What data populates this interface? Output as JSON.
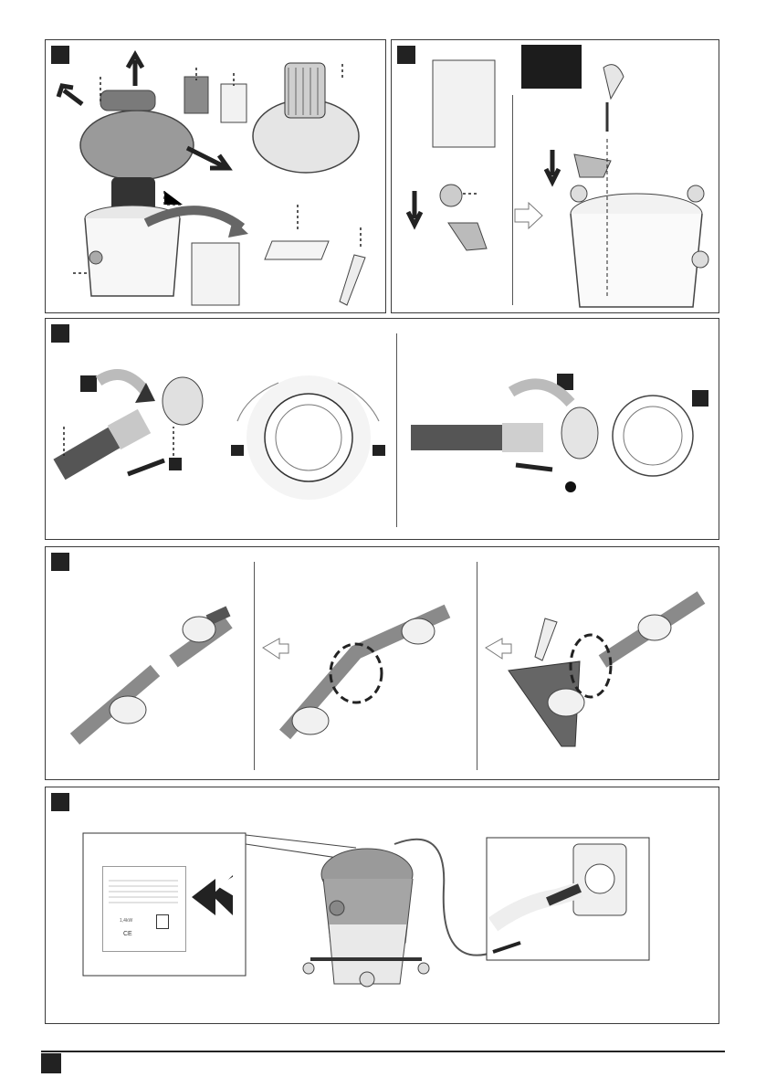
{
  "page": {
    "labels": {
      "rating_plate_power": "1,4kW",
      "ce_mark": "CE"
    }
  },
  "colors": {
    "ink": "#222222",
    "machine_grey": "#9a9a9a",
    "machine_dark": "#6b6b6b",
    "light_grey": "#d9d9d9",
    "accent_black": "#1c1c1c"
  },
  "icons": {
    "step_badges": "black-square",
    "lock_icon": "padlock-closed",
    "unlock_icon": "padlock-open",
    "eye_icon": "eye-in-triangle"
  }
}
